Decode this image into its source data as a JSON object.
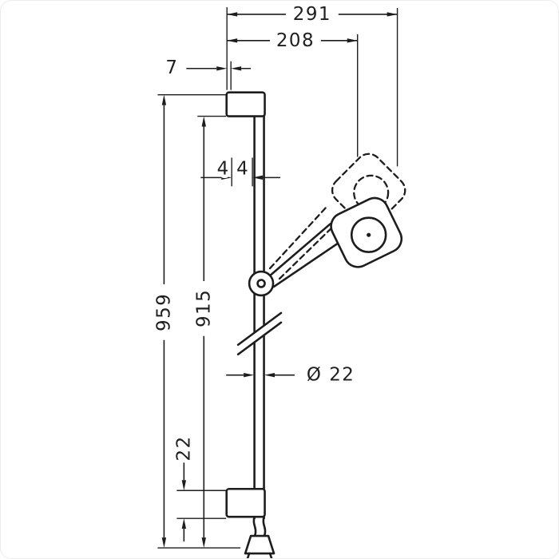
{
  "drawing": {
    "background_color": "#ffffff",
    "line_color": "#1d1d1d",
    "labels": {
      "overall_reach": "291",
      "head_reach": "208",
      "top_offset": "7",
      "holder_offset": "44",
      "rail_length": "959",
      "mounting_distance": "915",
      "rail_diameter": "Ø 22",
      "bottom_offset": "22"
    }
  }
}
